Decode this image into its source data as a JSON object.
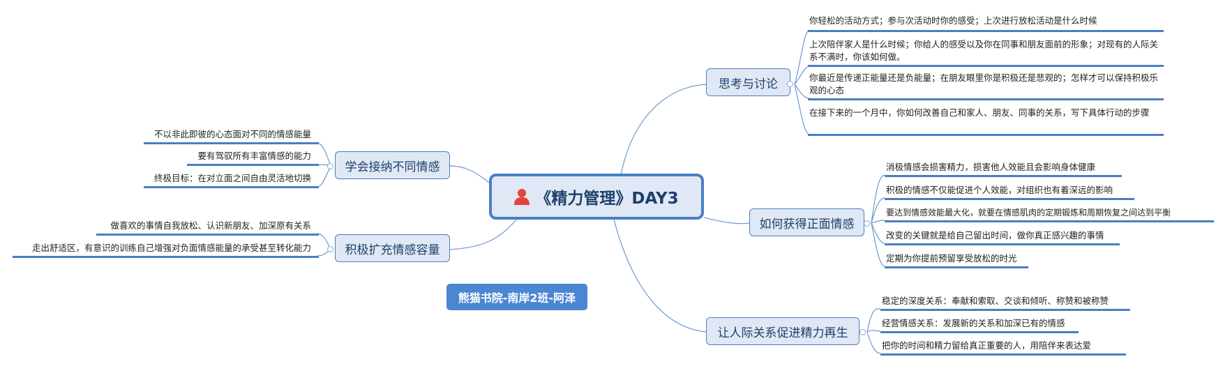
{
  "central": {
    "title": "《精力管理》DAY3",
    "icon": "person-icon"
  },
  "colors": {
    "accent": "#4a7ec2",
    "node_fill": "#dfe8f4",
    "icon_red": "#e0443d",
    "tag_fill": "#4a86d2"
  },
  "branches": {
    "think": {
      "label": "思考与讨论",
      "items": [
        "你轻松的活动方式；参与次活动时你的感受；上次进行放松活动是什么时候",
        "上次陪伴家人是什么时候；你给人的感受以及你在同事和朋友面前的形象；对现有的人际关系不满时，你该如何做。",
        "你最近是传递正能量还是负能量；在朋友眼里你是积极还是悲观的；怎样才可以保持积极乐观的心态",
        "在接下来的一个月中，你如何改善自己和家人、朋友、同事的关系，写下具体行动的步骤"
      ]
    },
    "positive": {
      "label": "如何获得正面情感",
      "items": [
        "消极情感会损害精力，损害他人效能且会影响身体健康",
        "积极的情感不仅能促进个人效能，对组织也有着深远的影响",
        "要达到情感效能最大化，就要在情感肌肉的定期锻炼和周期恢复之间达到平衡",
        "改变的关键就是给自己留出时间，做你真正感兴趣的事情",
        "定期为你提前预留享受放松的时光"
      ]
    },
    "relation": {
      "label": "让人际关系促进精力再生",
      "items": [
        "稳定的深度关系：奉献和索取、交谈和倾听、称赞和被称赞",
        "经营情感关系：发展新的关系和加深已有的情感",
        "把你的时间和精力留给真正重要的人，用陪伴来表达爱"
      ]
    },
    "accept": {
      "label": "学会接纳不同情感",
      "items": [
        "不以非此即彼的心态面对不同的情感能量",
        "要有驾驭所有丰富情感的能力",
        "终极目标：在对立面之间自由灵活地切换"
      ]
    },
    "expand": {
      "label": "积极扩充情感容量",
      "items": [
        "做喜欢的事情自我放松、认识新朋友、加深原有关系",
        "走出舒适区，有意识的训练自己增强对负面情感能量的承受甚至转化能力"
      ]
    }
  },
  "tag": {
    "label": "熊猫书院-南岸2班-阿泽"
  }
}
